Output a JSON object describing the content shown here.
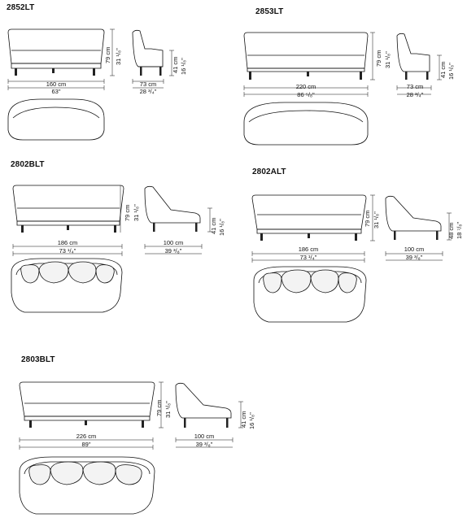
{
  "models": [
    {
      "code": "2852LT",
      "front_width_cm": "160 cm",
      "front_width_in": "63\"",
      "height_cm": "79 cm",
      "height_in": "31 ¹/₈\"",
      "depth_cm": "73 cm",
      "depth_in": "28 ³/₄\"",
      "seat_cm": "41 cm",
      "seat_in": "16 ¹/₈\""
    },
    {
      "code": "2853LT",
      "front_width_cm": "220 cm",
      "front_width_in": "86 ⁵/₈\"",
      "height_cm": "79 cm",
      "height_in": "31 ¹/₈\"",
      "depth_cm": "73 cm",
      "depth_in": "28 ³/₄\"",
      "seat_cm": "41 cm",
      "seat_in": "16 ¹/₈\""
    },
    {
      "code": "2802BLT",
      "front_width_cm": "186 cm",
      "front_width_in": "73 ¹/₄\"",
      "height_cm": "79 cm",
      "height_in": "31 ¹/₈\"",
      "depth_cm": "100 cm",
      "depth_in": "39 ³/₈\"",
      "seat_cm": "41 cm",
      "seat_in": "16 ¹/₈\""
    },
    {
      "code": "2802ALT",
      "front_width_cm": "186 cm",
      "front_width_in": "73 ¹/₄\"",
      "height_cm": "79 cm",
      "height_in": "31 ¹/₈\"",
      "depth_cm": "100 cm",
      "depth_in": "39 ³/₈\"",
      "seat_cm": "48 cm",
      "seat_in": "18 ⁷/₈\""
    },
    {
      "code": "2803BLT",
      "front_width_cm": "226 cm",
      "front_width_in": "89\"",
      "height_cm": "79 cm",
      "height_in": "31 ¹/₈\"",
      "depth_cm": "100 cm",
      "depth_in": "39 ³/₈\"",
      "seat_cm": "41 cm",
      "seat_in": "16 ¹/₈\""
    }
  ]
}
